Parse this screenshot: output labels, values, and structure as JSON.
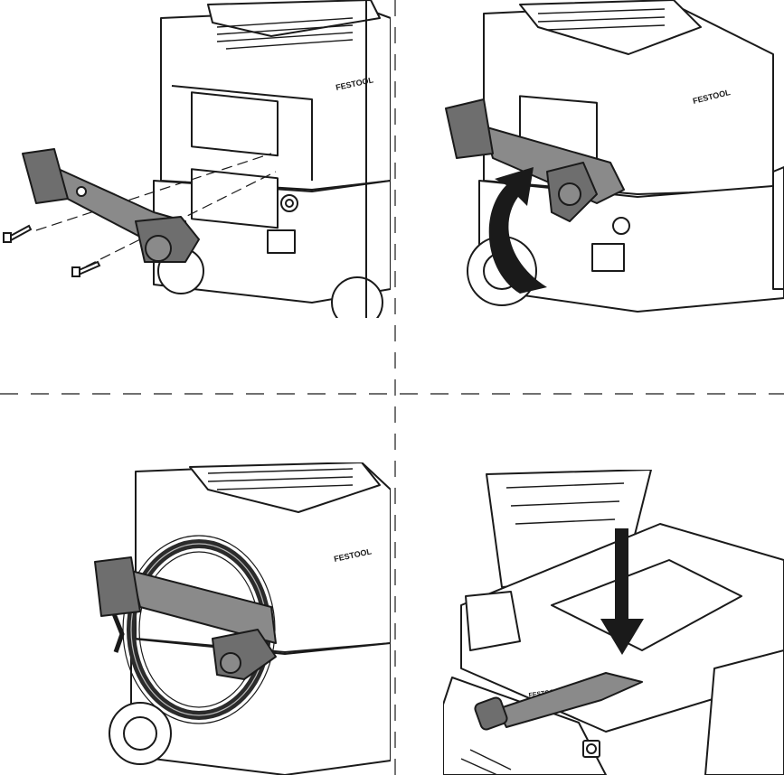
{
  "brand": "FESTOOL",
  "colors": {
    "line": "#1a1a1a",
    "handle": "#8a8a8a",
    "handle_dark": "#6e6e6e",
    "machine": "#ffffff",
    "paper": "#ffffff"
  },
  "icons": [
    "screw-icon",
    "rotate-arrow-icon",
    "down-arrow-icon",
    "cable-icon"
  ],
  "steps": [
    {
      "id": "attach-handle"
    },
    {
      "id": "rotate-handle"
    },
    {
      "id": "wind-cable"
    },
    {
      "id": "store-hose"
    }
  ]
}
